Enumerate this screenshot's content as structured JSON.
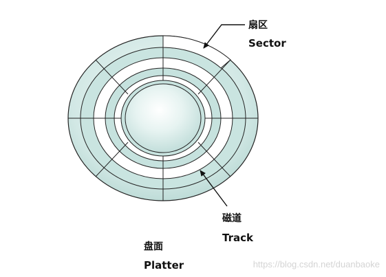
{
  "labels": {
    "sector_zh": "扇区",
    "sector_en": "Sector",
    "track_zh": "磁道",
    "track_en": "Track",
    "platter_zh": "盘面",
    "platter_en": "Platter"
  },
  "watermark": "https://blog.csdn.net/duanbaoke",
  "colors": {
    "disk_fill": "#c8e3e0",
    "disk_light": "#eef8f6",
    "outline": "#222222",
    "gap": "#ffffff",
    "highlight_sector": "#ffffff"
  }
}
